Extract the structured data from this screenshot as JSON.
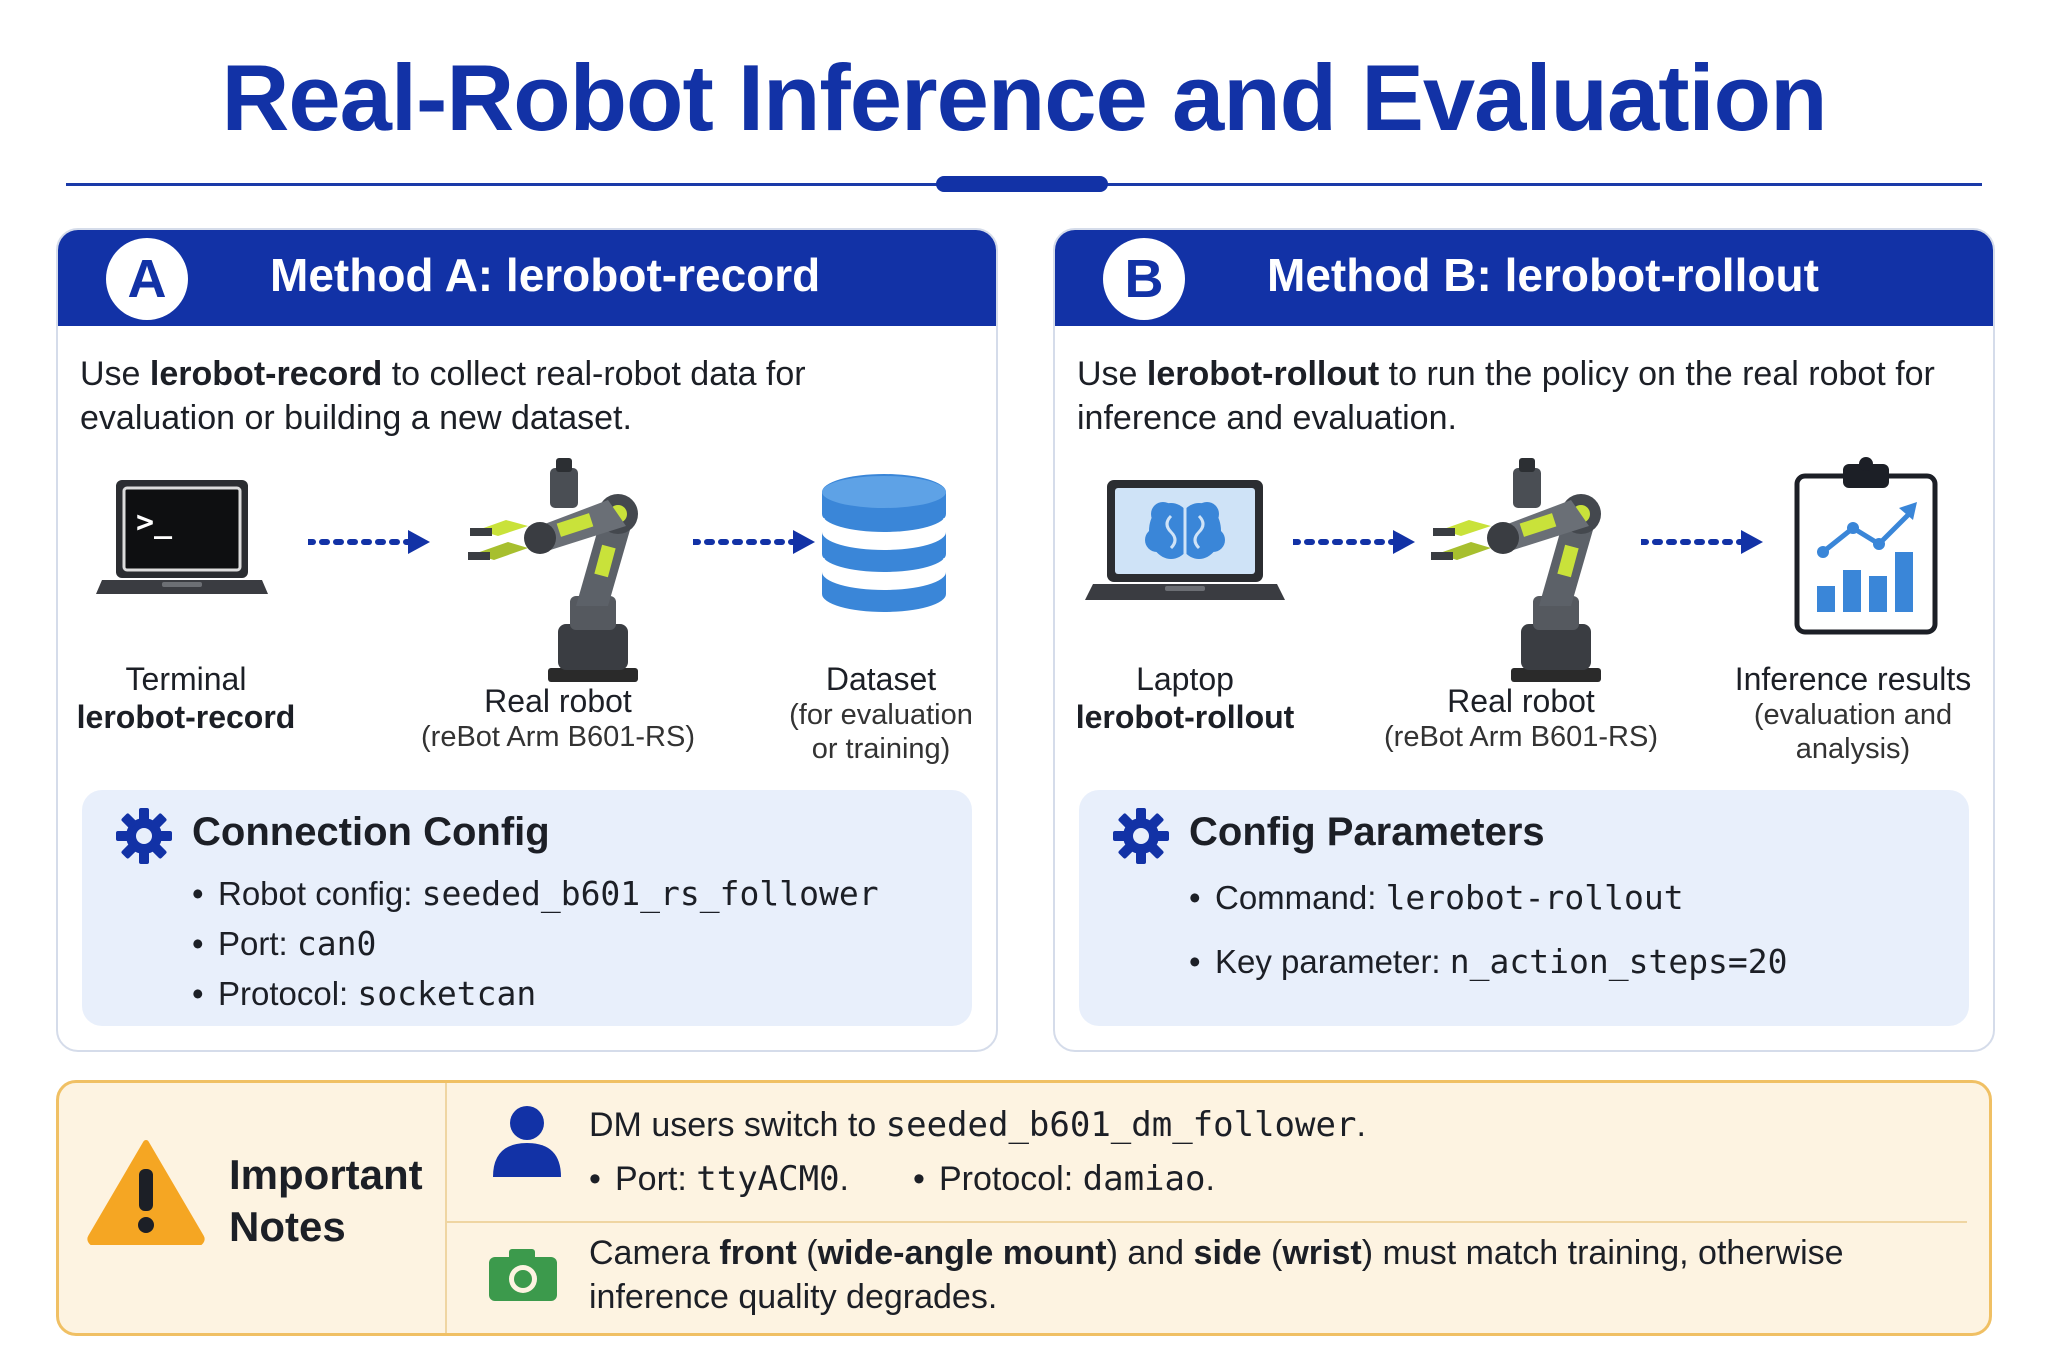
{
  "title": "Real-Robot Inference and Evaluation",
  "colors": {
    "primary": "#1232a6",
    "config_bg": "#e8effb",
    "notes_bg": "#fdf3e1",
    "notes_border": "#f0c064",
    "warning": "#f5a623",
    "camera": "#3c9a4c",
    "dataset": "#3a86d8",
    "robot_accent": "#c9e23a"
  },
  "method_a": {
    "badge": "A",
    "title": "Method A: lerobot-record",
    "desc_pre": "Use ",
    "desc_bold": "lerobot-record",
    "desc_post": " to collect real-robot data for evaluation or building a new dataset.",
    "nodes": [
      {
        "icon": "terminal-laptop-icon",
        "prompt": ">_",
        "label": "Terminal",
        "sub": "lerobot-record"
      },
      {
        "icon": "robot-arm-icon",
        "label": "Real robot",
        "sub": "(reBot Arm B601-RS)"
      },
      {
        "icon": "database-icon",
        "label": "Dataset",
        "sub1": "(for evaluation",
        "sub2": "or training)"
      }
    ],
    "config": {
      "title": "Connection Config",
      "items": [
        {
          "label": "Robot config: ",
          "value": "seeded_b601_rs_follower"
        },
        {
          "label": "Port: ",
          "value": "can0"
        },
        {
          "label": "Protocol: ",
          "value": "socketcan"
        }
      ]
    }
  },
  "method_b": {
    "badge": "B",
    "title": "Method B: lerobot-rollout",
    "desc_pre": "Use ",
    "desc_bold": "lerobot-rollout",
    "desc_post": " to run the policy on the real robot for inference and evaluation.",
    "nodes": [
      {
        "icon": "brain-laptop-icon",
        "label": "Laptop",
        "sub": "lerobot-rollout"
      },
      {
        "icon": "robot-arm-icon",
        "label": "Real robot",
        "sub": "(reBot Arm B601-RS)"
      },
      {
        "icon": "chart-clipboard-icon",
        "label": "Inference results",
        "sub1": "(evaluation and",
        "sub2": "analysis)"
      }
    ],
    "config": {
      "title": "Config Parameters",
      "items": [
        {
          "label": "Command: ",
          "value": "lerobot-rollout"
        },
        {
          "label": "Key parameter: ",
          "value": "n_action_steps=20"
        }
      ]
    }
  },
  "notes": {
    "title_line1": "Important",
    "title_line2": "Notes",
    "dm": {
      "pre": "DM users switch to ",
      "value": "seeded_b601_dm_follower",
      "post": ".",
      "port_label": "Port: ",
      "port_value": "ttyACM0",
      "port_post": ".",
      "protocol_label": "Protocol: ",
      "protocol_value": "damiao",
      "protocol_post": "."
    },
    "camera": {
      "t1": "Camera ",
      "b1": "front",
      "t2": " (",
      "b2": "wide-angle mount",
      "t3": ") and ",
      "b3": "side",
      "t4": " (",
      "b4": "wrist",
      "t5": ") must match training, otherwise",
      "line2": "inference quality degrades."
    }
  }
}
